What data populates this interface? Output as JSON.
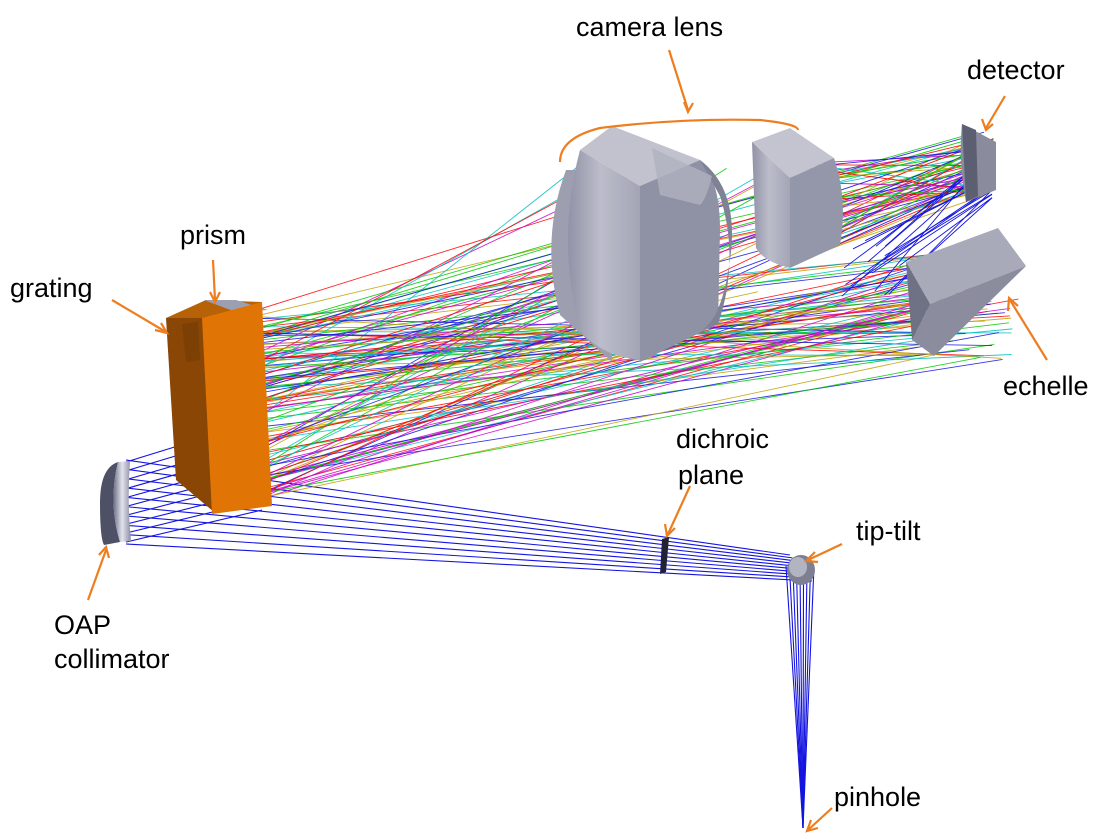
{
  "labels": {
    "camera_lens": "camera lens",
    "detector": "detector",
    "prism": "prism",
    "grating": "grating",
    "echelle": "echelle",
    "dichroic_line1": "dichroic",
    "dichroic_line2": "plane",
    "tip_tilt": "tip-tilt",
    "oap_line1": "OAP",
    "oap_line2": "collimator",
    "pinhole": "pinhole"
  },
  "colors": {
    "annotation": "#ee7d1f",
    "prism_body": "#d46e06",
    "optics_gray": "#a6a7b6",
    "collimated_beam": "#1414e0",
    "dispersed_rays": [
      "#ff0000",
      "#1414e0",
      "#00c800",
      "#c800c8",
      "#00c0c0",
      "#c0a000"
    ]
  }
}
